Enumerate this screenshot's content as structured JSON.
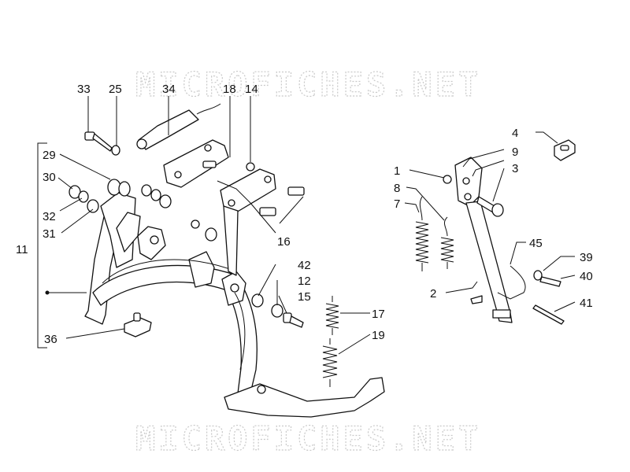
{
  "watermark": {
    "top_text": "MICROFICHES.NET",
    "bottom_text": "MICROFICHES.NET"
  },
  "callouts": [
    {
      "id": "c33",
      "text": "33"
    },
    {
      "id": "c25",
      "text": "25"
    },
    {
      "id": "c34",
      "text": "34"
    },
    {
      "id": "c18",
      "text": "18"
    },
    {
      "id": "c14",
      "text": "14"
    },
    {
      "id": "c29",
      "text": "29"
    },
    {
      "id": "c30",
      "text": "30"
    },
    {
      "id": "c32",
      "text": "32"
    },
    {
      "id": "c31",
      "text": "31"
    },
    {
      "id": "c11",
      "text": "11"
    },
    {
      "id": "c16",
      "text": "16"
    },
    {
      "id": "c42",
      "text": "42"
    },
    {
      "id": "c12",
      "text": "12"
    },
    {
      "id": "c15",
      "text": "15"
    },
    {
      "id": "c17",
      "text": "17"
    },
    {
      "id": "c19",
      "text": "19"
    },
    {
      "id": "c36",
      "text": "36"
    },
    {
      "id": "c4",
      "text": "4"
    },
    {
      "id": "c9",
      "text": "9"
    },
    {
      "id": "c1",
      "text": "1"
    },
    {
      "id": "c3",
      "text": "3"
    },
    {
      "id": "c8",
      "text": "8"
    },
    {
      "id": "c7",
      "text": "7"
    },
    {
      "id": "c45",
      "text": "45"
    },
    {
      "id": "c39",
      "text": "39"
    },
    {
      "id": "c40",
      "text": "40"
    },
    {
      "id": "c2",
      "text": "2"
    },
    {
      "id": "c41",
      "text": "41"
    }
  ]
}
